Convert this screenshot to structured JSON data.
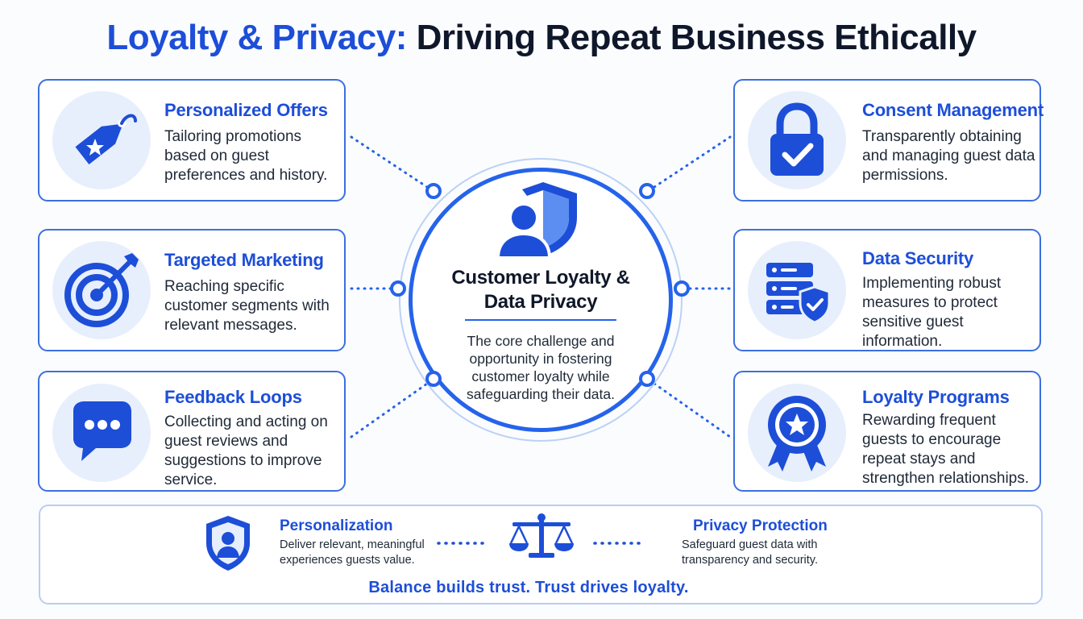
{
  "title": {
    "accent": "Loyalty & Privacy:",
    "rest": " Driving Repeat Business Ethically"
  },
  "center": {
    "title": "Customer Loyalty & Data Privacy",
    "text": "The core challenge and opportunity in fostering customer loyalty while safeguarding their data.",
    "icon": "shield-user-icon"
  },
  "left_cards": [
    {
      "title": "Personalized Offers",
      "text": "Tailoring promotions based on guest preferences and history.",
      "icon": "price-tag-star-icon"
    },
    {
      "title": "Targeted Marketing",
      "text": "Reaching specific customer segments with relevant messages.",
      "icon": "target-arrow-icon"
    },
    {
      "title": "Feedback Loops",
      "text": "Collecting and acting on guest reviews and suggestions to improve service.",
      "icon": "chat-bubble-icon"
    }
  ],
  "right_cards": [
    {
      "title": "Consent Management",
      "text": "Transparently obtaining and managing guest data permissions.",
      "icon": "padlock-check-icon"
    },
    {
      "title": "Data Security",
      "text": "Implementing robust measures to protect sensitive guest information.",
      "icon": "server-shield-icon"
    },
    {
      "title": "Loyalty Programs",
      "text": "Rewarding frequent guests to encourage repeat stays and strengthen relationships.",
      "icon": "award-badge-icon"
    }
  ],
  "bottom": {
    "left_title": "Personalization",
    "left_text": "Deliver relevant, meaningful experiences guests value.",
    "right_title": "Privacy Protection",
    "right_text": "Safeguard guest data with transparency and security.",
    "tagline": "Balance builds trust. Trust drives loyalty.",
    "left_icon": "shield-user-icon",
    "center_icon": "balance-scale-icon"
  },
  "colors": {
    "accent": "#1d4ed8",
    "primary": "#2563eb",
    "icon_bg": "#e7effd",
    "text": "#1f2937"
  }
}
